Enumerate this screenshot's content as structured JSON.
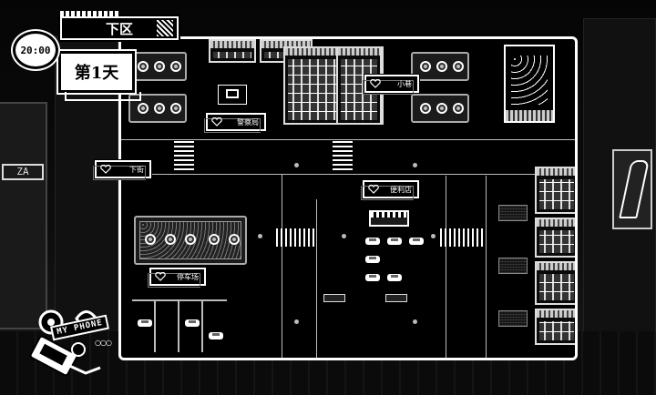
{
  "hud": {
    "area_name": "下区",
    "day_label": "第1天",
    "time": "20:00"
  },
  "locations": [
    {
      "id": "police",
      "label": "警察局"
    },
    {
      "id": "alley",
      "label": "小巷"
    },
    {
      "id": "downtown",
      "label": "下街"
    },
    {
      "id": "store",
      "label": "便利店"
    },
    {
      "id": "parking",
      "label": "停车场"
    }
  ],
  "phone": {
    "label": "MY PHONE",
    "dots": "○○○"
  },
  "colors": {
    "ink": "#ffffff",
    "background": "#000000"
  }
}
